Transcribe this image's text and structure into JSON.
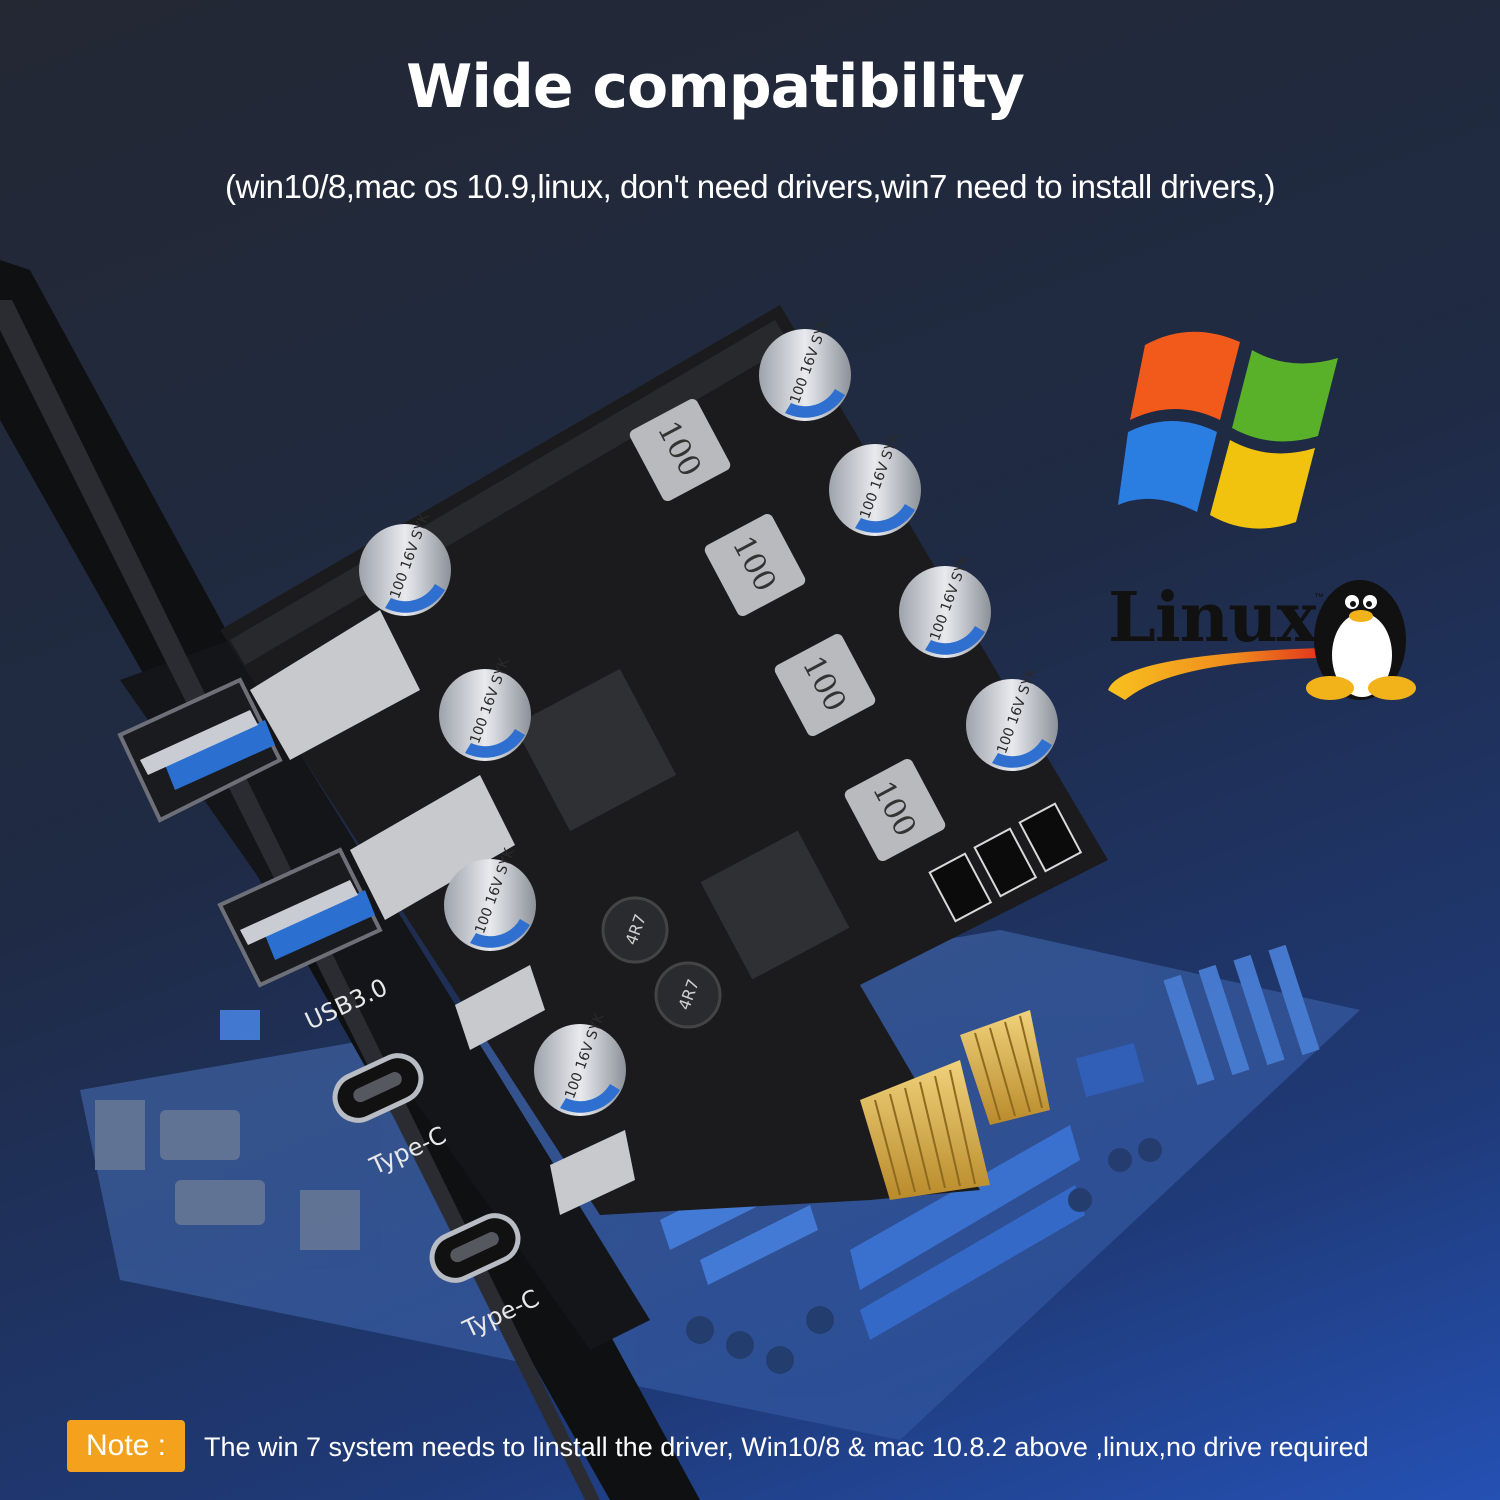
{
  "headline": "Wide compatibility",
  "subline": "(win10/8,mac os 10.9,linux, don't need drivers,win7 need  to install drivers,)",
  "logos": {
    "windows": "windows-flag-icon",
    "linux_wordmark": "Linux",
    "linux_tm": "™",
    "linux_mascot": "penguin-icon"
  },
  "card": {
    "bracket_labels": [
      "USB3.0",
      "Type-C",
      "Type-C"
    ],
    "inductor_label": "100",
    "capacitor_label": "100 16V SYK",
    "small_inductor_label": "4R7"
  },
  "note": {
    "label": "Note :",
    "text": "The win 7 system needs to linstall the driver, Win10/8 & mac 10.8.2 above  ,linux,no drive required"
  },
  "colors": {
    "note_badge": "#f4a21d",
    "usb_port_blue": "#2b6fd1",
    "board_black": "#1b1b1d",
    "gold_contacts": "#d9b24e"
  }
}
